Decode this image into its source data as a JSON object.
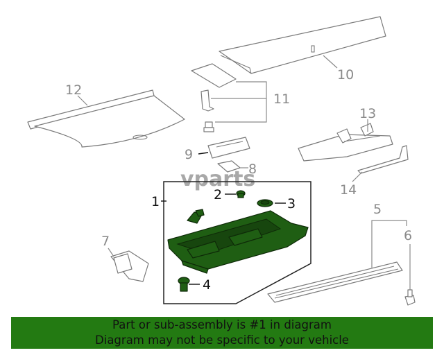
{
  "watermark": {
    "text": "vparts"
  },
  "callouts": [
    {
      "id": "1",
      "label": "1"
    },
    {
      "id": "2",
      "label": "2"
    },
    {
      "id": "3",
      "label": "3"
    },
    {
      "id": "4",
      "label": "4"
    },
    {
      "id": "5",
      "label": "5"
    },
    {
      "id": "6",
      "label": "6"
    },
    {
      "id": "7",
      "label": "7"
    },
    {
      "id": "8",
      "label": "8"
    },
    {
      "id": "9",
      "label": "9"
    },
    {
      "id": "10",
      "label": "10"
    },
    {
      "id": "11",
      "label": "11"
    },
    {
      "id": "12",
      "label": "12"
    },
    {
      "id": "13",
      "label": "13"
    },
    {
      "id": "14",
      "label": "14"
    }
  ],
  "colors": {
    "highlight": "#1f5e13",
    "banner_bg": "#237a12",
    "line": "#7a7a7a"
  },
  "banner": {
    "line1": "Part or sub-assembly is #1 in diagram",
    "line2": "Diagram may not be specific to your vehicle"
  }
}
